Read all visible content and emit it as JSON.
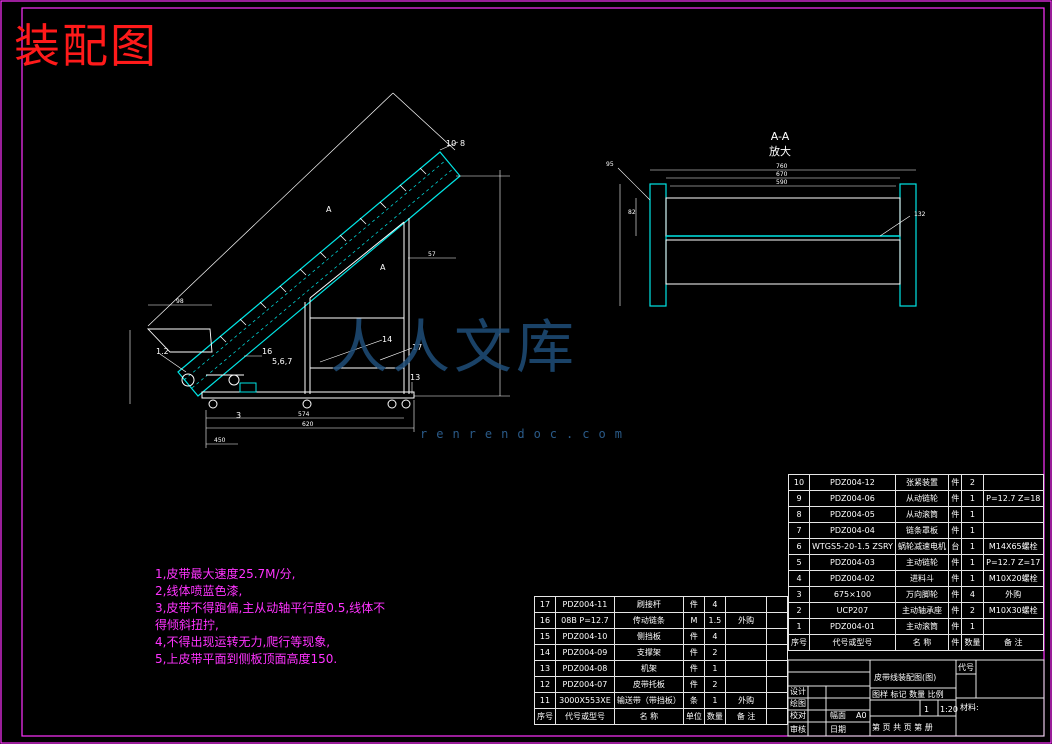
{
  "title": "装配图",
  "section": {
    "label": "A-A",
    "sublabel": "放大"
  },
  "notes": [
    "1,皮带最大速度25.7M/分,",
    "2,线体喷蓝色漆,",
    "3,皮带不得跑偏,主从动轴平行度0.5,线体不",
    "得倾斜扭拧,",
    "4,不得出现运转无力,爬行等现象,",
    "5,上皮带平面到侧板顶面高度150."
  ],
  "watermark": {
    "text": "人人文库",
    "url": "renrendoc.com"
  },
  "callouts": [
    "1.2",
    "16",
    "5,6,7",
    "14",
    "17",
    "13",
    "3",
    "10",
    "8",
    "A",
    "A"
  ],
  "dims": [
    "450",
    "574",
    "620",
    "57",
    "98",
    "760",
    "670",
    "590",
    "82",
    "132",
    "95"
  ],
  "bom_right": {
    "rows": [
      [
        "10",
        "PDZ004-12",
        "张紧装置",
        "件",
        "2",
        ""
      ],
      [
        "9",
        "PDZ004-06",
        "从动链轮",
        "件",
        "1",
        "P=12.7 Z=18"
      ],
      [
        "8",
        "PDZ004-05",
        "从动滚筒",
        "件",
        "1",
        ""
      ],
      [
        "7",
        "PDZ004-04",
        "链条罩板",
        "件",
        "1",
        ""
      ],
      [
        "6",
        "WTGS5-20-1.5 ZSRY",
        "蜗轮减速电机",
        "台",
        "1",
        "M14X65螺栓"
      ],
      [
        "5",
        "PDZ004-03",
        "主动链轮",
        "件",
        "1",
        "P=12.7 Z=17"
      ],
      [
        "4",
        "PDZ004-02",
        "进料斗",
        "件",
        "1",
        "M10X20螺栓"
      ],
      [
        "3",
        "675×100",
        "万向脚轮",
        "件",
        "4",
        "外购"
      ],
      [
        "2",
        "UCP207",
        "主动轴承座",
        "件",
        "2",
        "M10X30螺栓"
      ],
      [
        "1",
        "PDZ004-01",
        "主动滚筒",
        "件",
        "1",
        ""
      ]
    ],
    "header": [
      "序号",
      "代号或型号",
      "名  称",
      "件",
      "数量",
      "备  注"
    ]
  },
  "bom_left": {
    "rows": [
      [
        "17",
        "PDZ004-11",
        "刷接杆",
        "件",
        "4",
        "",
        ""
      ],
      [
        "16",
        "08B P=12.7",
        "传动链条",
        "M",
        "1.5",
        "外购",
        ""
      ],
      [
        "15",
        "PDZ004-10",
        "侧挡板",
        "件",
        "4",
        "",
        ""
      ],
      [
        "14",
        "PDZ004-09",
        "支撑架",
        "件",
        "2",
        "",
        ""
      ],
      [
        "13",
        "PDZ004-08",
        "机架",
        "件",
        "1",
        "",
        ""
      ],
      [
        "12",
        "PDZ004-07",
        "皮带托板",
        "件",
        "2",
        "",
        ""
      ],
      [
        "11",
        "3000X553XE",
        "输送带（带挡板）",
        "条",
        "1",
        "外购",
        ""
      ]
    ],
    "header": [
      "序号",
      "代号或型号",
      "名  称",
      "单位",
      "数量",
      "备  注",
      ""
    ]
  },
  "title_block": {
    "drawing_name": "皮带线装配图(图)",
    "code_label": "代号",
    "material_label": "材料:",
    "design": "设计",
    "drawn": "绘图",
    "check": "校对",
    "review": "审核",
    "date": "日期",
    "scale_header": "图样 标记 数量 比例",
    "scale_value": "1:20",
    "qty_value": "1",
    "sheet_size": "A0",
    "sheet_label": "幅面",
    "pages": "第 页 共 页 第 册"
  },
  "colors": {
    "background": "#000000",
    "frame": "#ff33ff",
    "conveyor": "#00e5e5",
    "frame_structure": "#ffffff",
    "title": "#ff1a1a",
    "notes": "#ff33ff",
    "watermark": "#1f4e79"
  }
}
